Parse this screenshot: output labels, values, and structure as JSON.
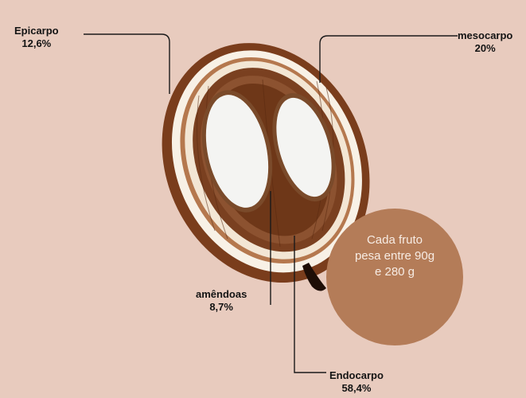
{
  "labels": {
    "epicarpo": {
      "name": "Epicarpo",
      "value": "12,6%"
    },
    "mesocarpo": {
      "name": "mesocarpo",
      "value": "20%"
    },
    "amendoas": {
      "name": "amêndoas",
      "value": "8,7%"
    },
    "endocarpo": {
      "name": "Endocarpo",
      "value": "58,4%"
    }
  },
  "bubble": {
    "line1": "Cada fruto",
    "line2": "pesa entre 90g",
    "line3": "e 280 g",
    "color": "#b47c58"
  },
  "colors": {
    "background": "#e8cbbe",
    "epicarp": "#7a3d1c",
    "mesocarp": "#f8f1e6",
    "endocarp": "#7a4020",
    "kernel": "#f4f4f2"
  }
}
